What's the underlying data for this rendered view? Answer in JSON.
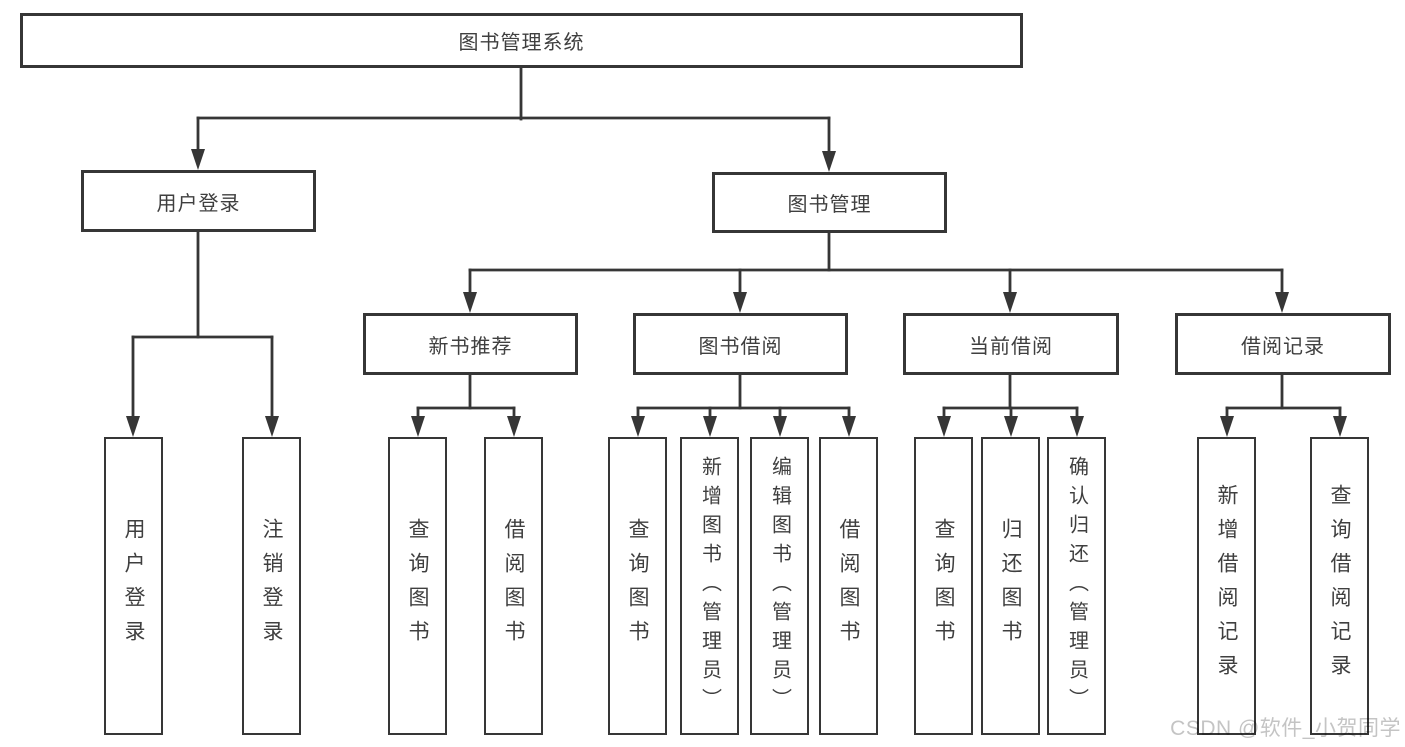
{
  "diagram": {
    "root": {
      "label": "图书管理系统"
    },
    "level1": [
      {
        "label": "用户登录"
      },
      {
        "label": "图书管理"
      }
    ],
    "level2": [
      {
        "label": "新书推荐"
      },
      {
        "label": "图书借阅"
      },
      {
        "label": "当前借阅"
      },
      {
        "label": "借阅记录"
      }
    ],
    "leaves": {
      "user_login": [
        {
          "label": "用户登录"
        },
        {
          "label": "注销登录"
        }
      ],
      "new_book_recommend": [
        {
          "label": "查询图书"
        },
        {
          "label": "借阅图书"
        }
      ],
      "book_borrowing": [
        {
          "label": "查询图书"
        },
        {
          "label": "新增图书（管理员）"
        },
        {
          "label": "编辑图书（管理员）"
        },
        {
          "label": "借阅图书"
        }
      ],
      "current_borrowing": [
        {
          "label": "查询图书"
        },
        {
          "label": "归还图书"
        },
        {
          "label": "确认归还（管理员）"
        }
      ],
      "borrowing_records": [
        {
          "label": "新增借阅记录"
        },
        {
          "label": "查询借阅记录"
        }
      ]
    }
  },
  "watermark": {
    "text": "CSDN @软件_小贺同学"
  },
  "colors": {
    "line": "#363636",
    "text": "#3f3f3f",
    "background": "#ffffff",
    "watermark": "#c4c4c4"
  }
}
